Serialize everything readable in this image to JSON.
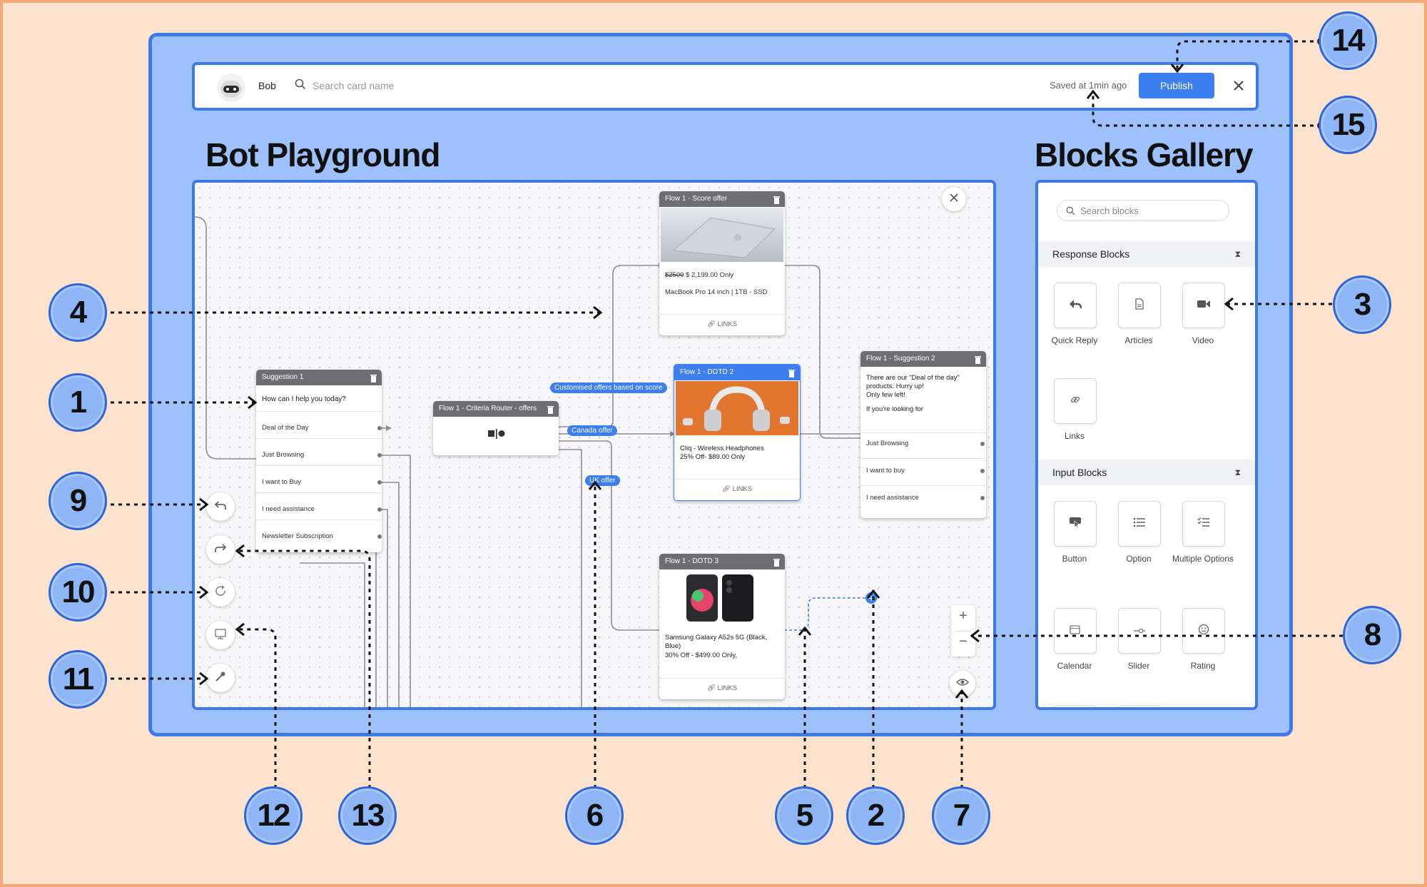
{
  "topbar": {
    "bot_name": "Bob",
    "search_placeholder": "Search card name",
    "saved_text": "Saved at 1min ago",
    "publish_label": "Publish"
  },
  "headings": {
    "playground": "Bot Playground",
    "gallery": "Blocks Gallery"
  },
  "cards": {
    "suggestion1": {
      "title": "Suggestion 1",
      "message": "How can I help you today?",
      "options": [
        "Deal of the Day",
        "Just Browsing",
        "I want to Buy",
        "I need assistance",
        "Newsletter Subscription"
      ]
    },
    "criteria_router": {
      "title": "Flow 1 - Criteria Router - offers"
    },
    "score_offer": {
      "title": "Flow 1 - Score offer",
      "old_price": "$2500",
      "price": " $ 2,199.00 Only",
      "desc": "MacBook Pro 14 inch | 1TB - SSD",
      "links": "LINKS"
    },
    "dotd2": {
      "title": "Flow 1 - DOTD 2",
      "desc1": "Cliq - Wireless Headphones",
      "desc2": "25% Off- $89.00 Only",
      "links": "LINKS"
    },
    "dotd3": {
      "title": "Flow 1 - DOTD 3",
      "desc1": "Samsung Galaxy A52s 5G (Black,",
      "desc2": "Blue)",
      "desc3": "30% Off - $499.00 Only,",
      "links": "LINKS"
    },
    "suggestion2": {
      "title": "Flow 1 - Suggestion 2",
      "msg1": "There are our \"Deal of the day\"",
      "msg2": "products. Hurry up!",
      "msg3": "Only few left!",
      "msg4": "If you're looking for",
      "options": [
        "Just Browsing",
        "I want to buy",
        "I need assistance"
      ]
    }
  },
  "pills": {
    "customised": "Customised offers based on score",
    "canada": "Canada offer",
    "uk": "UK offer"
  },
  "gallery": {
    "search_placeholder": "Search blocks",
    "response_title": "Response Blocks",
    "response_items": [
      "Quick Reply",
      "Articles",
      "Video",
      "Links"
    ],
    "input_title": "Input Blocks",
    "input_items": [
      "Button",
      "Option",
      "Multiple Options",
      "Calendar",
      "Slider",
      "Rating"
    ]
  },
  "zoom": {
    "plus": "+",
    "minus": "−"
  },
  "callouts": [
    "1",
    "2",
    "3",
    "4",
    "5",
    "6",
    "7",
    "8",
    "9",
    "10",
    "11",
    "12",
    "13",
    "14",
    "15"
  ],
  "colors": {
    "accent": "#3d7ef0",
    "frame": "#9ec1fb",
    "background": "#fde2cd"
  }
}
